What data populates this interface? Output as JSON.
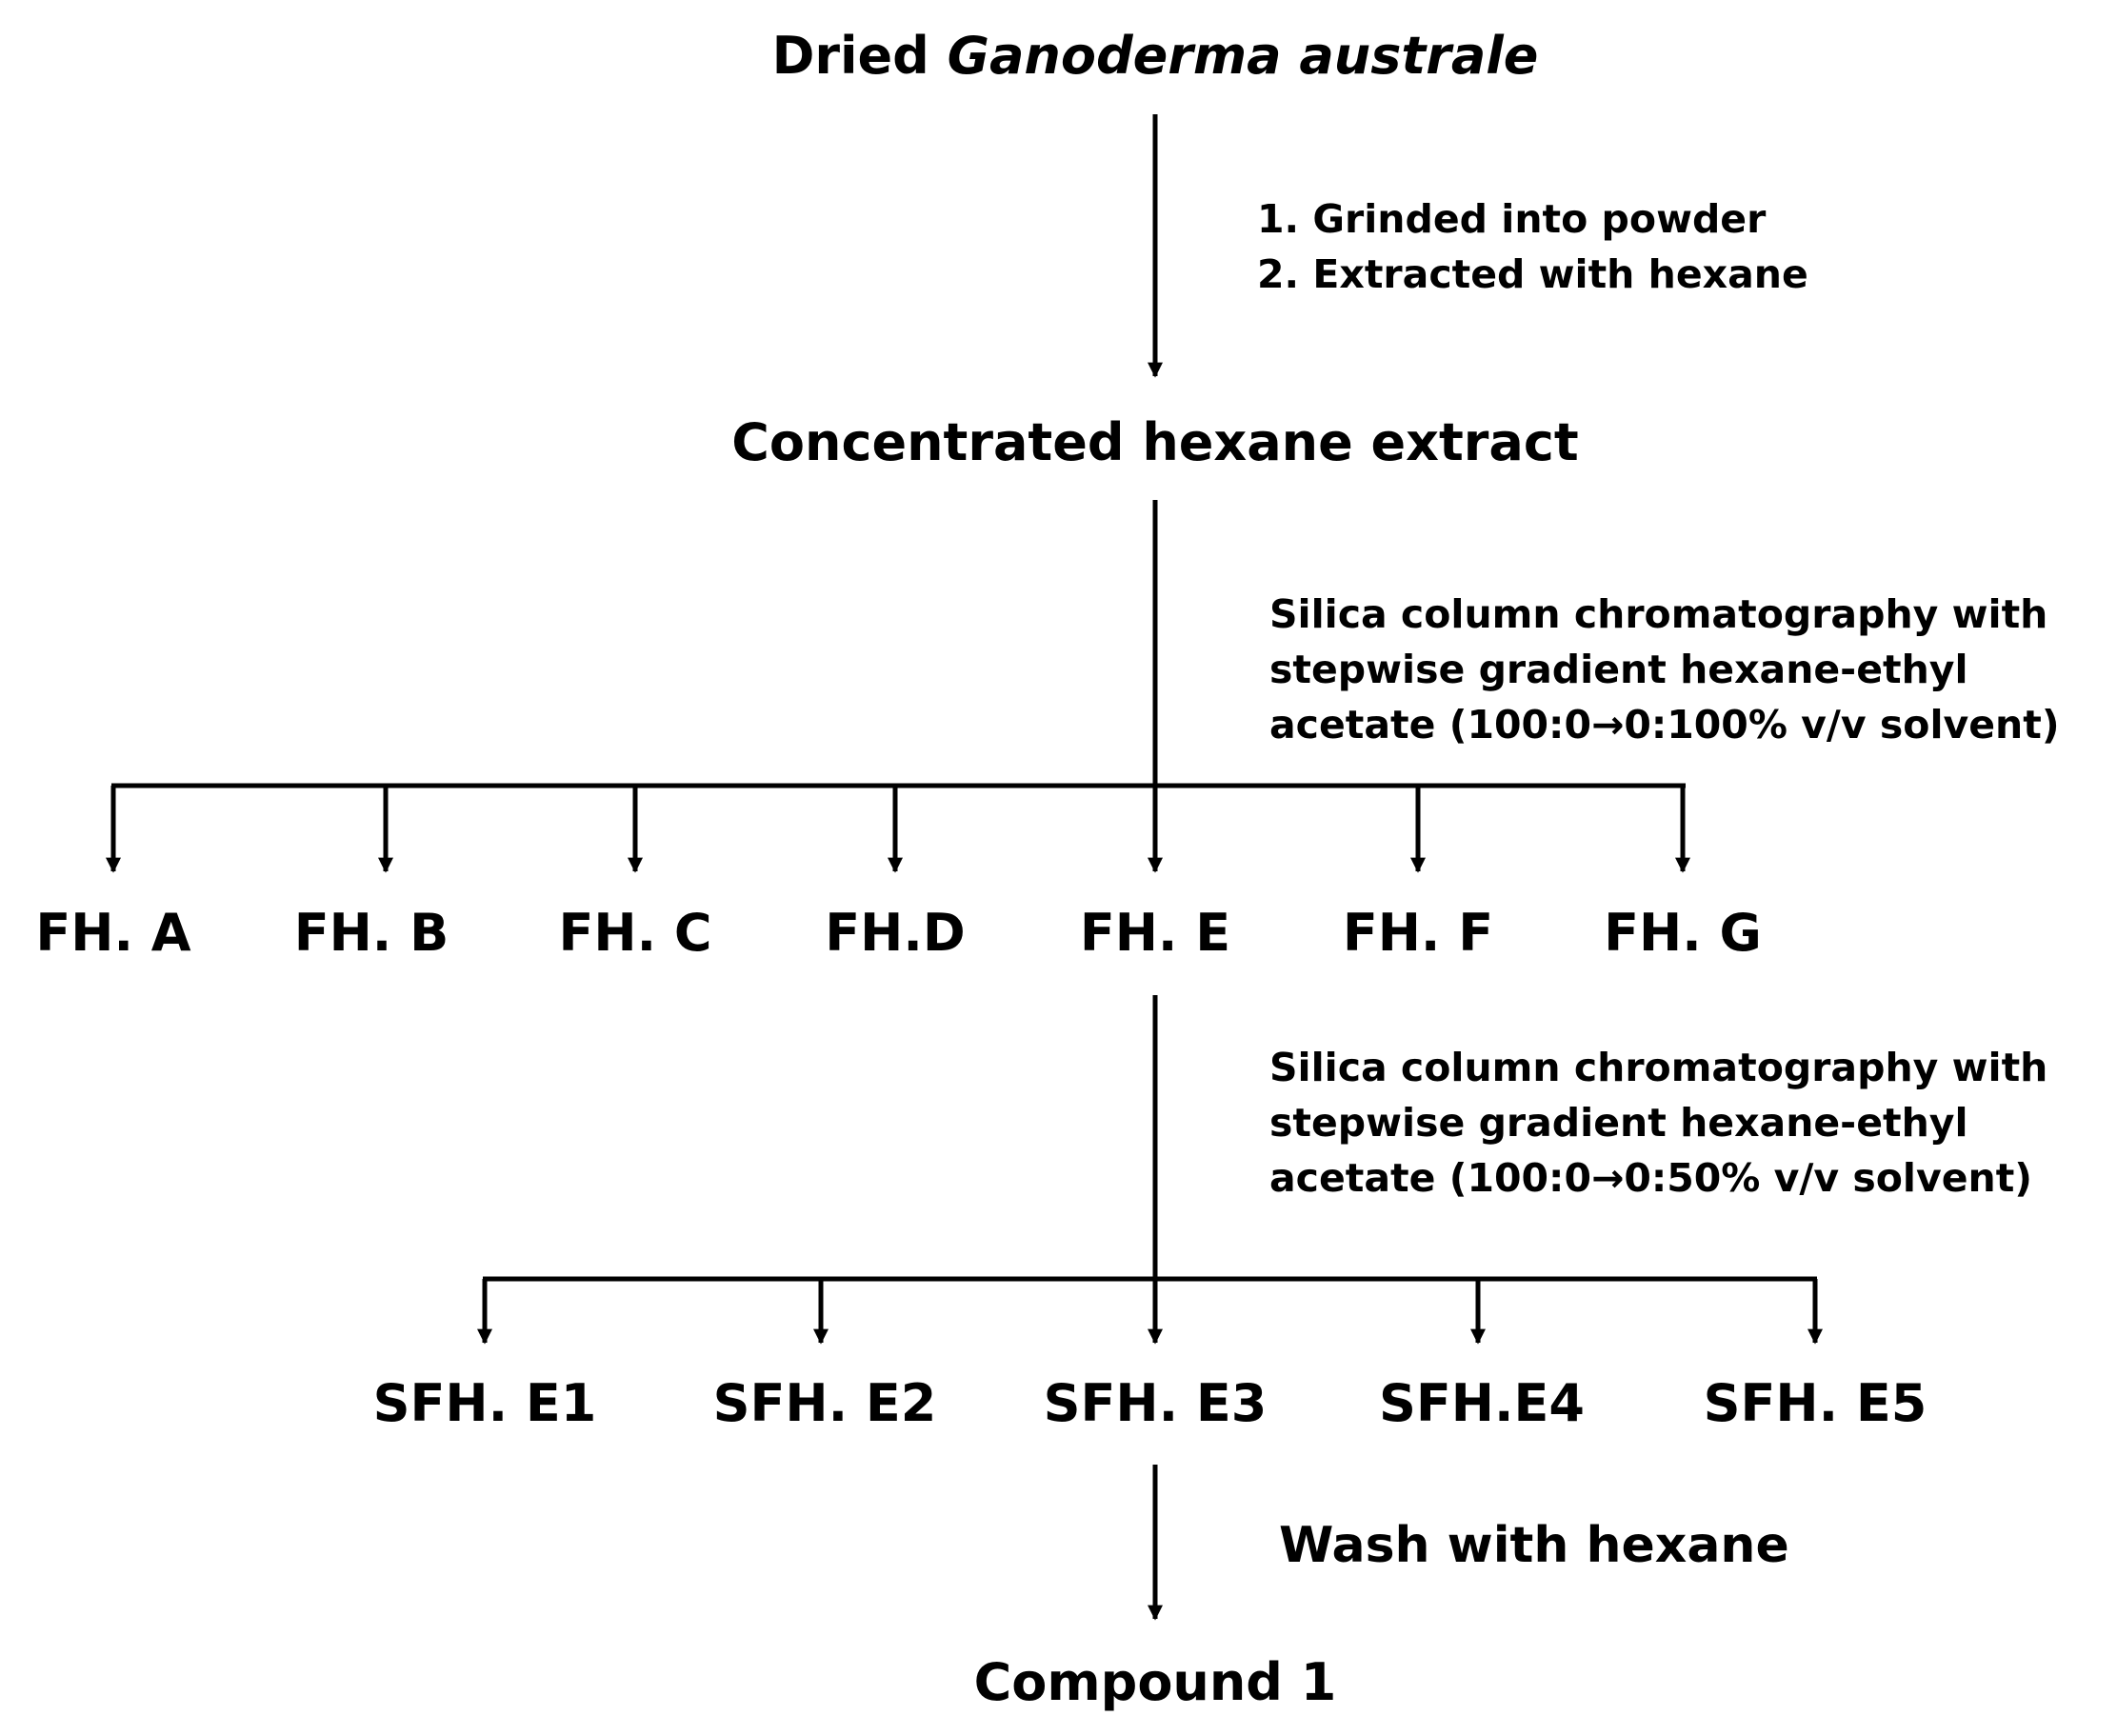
{
  "start": {
    "prefix": "Dried",
    "species": "Ganoderma australe"
  },
  "step1": {
    "line1": "1. Grinded into powder",
    "line2": "2. Extracted with hexane"
  },
  "extract": "Concentrated hexane extract",
  "step2": {
    "line1": "Silica column chromatography with",
    "line2": "stepwise gradient hexane-ethyl",
    "line3": "acetate (100:0→0:100% v/v solvent)"
  },
  "fractions": [
    "FH. A",
    "FH. B",
    "FH. C",
    "FH.D",
    "FH. E",
    "FH. F",
    "FH. G"
  ],
  "step3": {
    "line1": "Silica column chromatography with",
    "line2": "stepwise gradient hexane-ethyl",
    "line3": "acetate (100:0→0:50% v/v solvent)"
  },
  "subfractions": [
    "SFH. E1",
    "SFH. E2",
    "SFH. E3",
    "SFH.E4",
    "SFH. E5"
  ],
  "step4": "Wash with hexane",
  "product": "Compound 1"
}
